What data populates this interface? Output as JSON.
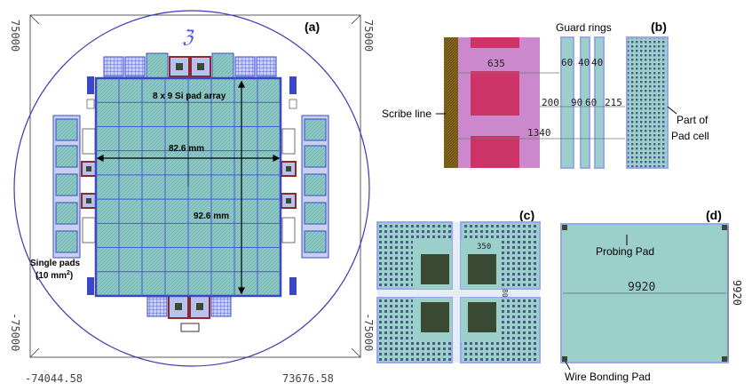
{
  "panel_a": {
    "label": "(a)",
    "logo_text": "ℨ",
    "coord_top_left": "75000",
    "coord_top_right": "75000",
    "coord_bottom_left": "-75000",
    "coord_bottom_right": "-75000",
    "coord_x_left": "-74044.58",
    "coord_x_right": "73676.58",
    "array_label": "8 x 9 Si pad array",
    "width_label": "82.6 mm",
    "height_label": "92.6 mm",
    "single_pads_label": "Single pads",
    "single_pads_area": "(10 mm",
    "single_pads_sup": "2",
    "single_pads_close": ")",
    "grid_cols": 8,
    "grid_rows": 9
  },
  "panel_b": {
    "label": "(b)",
    "guard_rings_label": "Guard rings",
    "scribe_line_label": "Scribe line",
    "part_of_label": "Part of",
    "pad_cell_label": "Pad cell",
    "dim_635": "635",
    "dim_60a": "60",
    "dim_40a": "40",
    "dim_40b": "40",
    "dim_200": "200",
    "dim_90": "90",
    "dim_60b": "60",
    "dim_215": "215",
    "dim_1340": "1340"
  },
  "panel_c": {
    "label": "(c)",
    "dim_350": "350",
    "dim_80": "80"
  },
  "panel_d": {
    "label": "(d)",
    "probing_pad_label": "Probing Pad",
    "width_dim": "9920",
    "height_dim": "9920",
    "wire_bonding_label": "Wire Bonding Pad"
  },
  "colors": {
    "pad_fill": "#8cc8c4",
    "grid_line": "#4a58d8",
    "guard_ring": "#9aa6ef",
    "scribe": "#8a6c1e",
    "scribe_region": "#cc88cc",
    "metal": "#cc3366",
    "pad_dark": "#3a4a32"
  }
}
